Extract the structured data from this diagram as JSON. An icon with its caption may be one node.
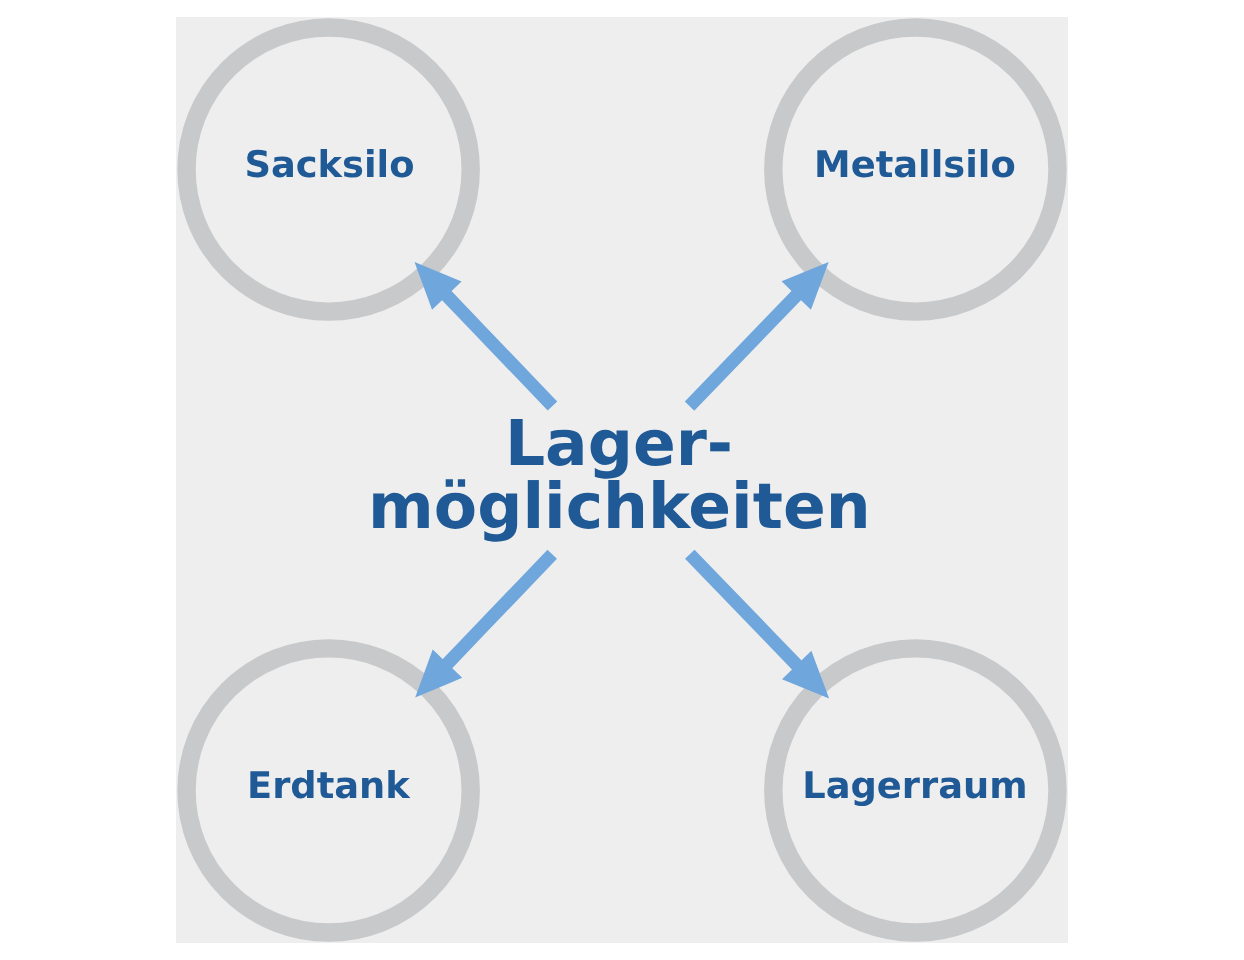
{
  "diagram": {
    "nodes": [
      {
        "text": [
          "Lager- möglichkeiten"
        ]
      },
      {
        "text": [
          "Sacksilo"
        ]
      },
      {
        "text": [
          "Metallsilo"
        ]
      },
      {
        "text": [
          "Erdtank"
        ]
      },
      {
        "text": [
          "Lagerraum"
        ]
      }
    ],
    "edges": [
      {
        "from": 0,
        "to": 1,
        "arrow": "to"
      },
      {
        "from": 0,
        "to": 2,
        "arrow": "to"
      },
      {
        "from": 0,
        "to": 3,
        "arrow": "to"
      },
      {
        "from": 0,
        "to": 4,
        "arrow": "to"
      }
    ]
  }
}
